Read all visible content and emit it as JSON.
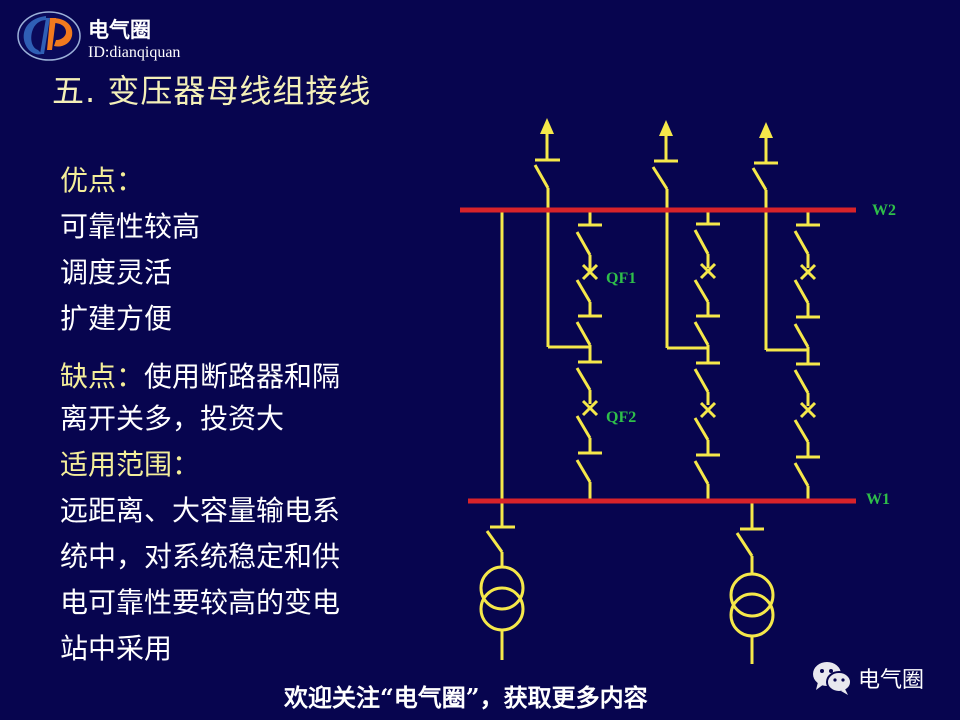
{
  "brand": {
    "name": "电气圈",
    "id": "ID:dianqiquan",
    "logo_colors": {
      "blue": "#2f5fb5",
      "orange": "#f07a1e"
    }
  },
  "title": "五. 变压器母线组接线",
  "pros": {
    "heading": "优点：",
    "items": [
      "可靠性较高",
      "调度灵活",
      "扩建方便"
    ]
  },
  "cons": {
    "heading": "缺点：",
    "line1_rest": "使用断路器和隔",
    "line2": "离开关多，投资大"
  },
  "scope": {
    "heading": "适用范围：",
    "lines": [
      "远距离、大容量输电系",
      "统中，对系统稳定和供",
      "电可靠性要较高的变电",
      "站中采用"
    ]
  },
  "diagram": {
    "bus_labels": {
      "upper": "W2",
      "lower": "W1"
    },
    "breaker_labels": {
      "upper": "QF1",
      "lower": "QF2"
    },
    "colors": {
      "bus": "#d8232a",
      "wire": "#f5e84a",
      "label": "#2fbf4a"
    },
    "bays": 3,
    "transformers": 2
  },
  "footer": {
    "text": "欢迎关注“电气圈”，获取更多内容",
    "wechat_label": "电气圈"
  },
  "colors": {
    "background": "#07054f",
    "title": "#f4f0b8",
    "heading": "#f4ee9a",
    "body": "#ffffff"
  }
}
